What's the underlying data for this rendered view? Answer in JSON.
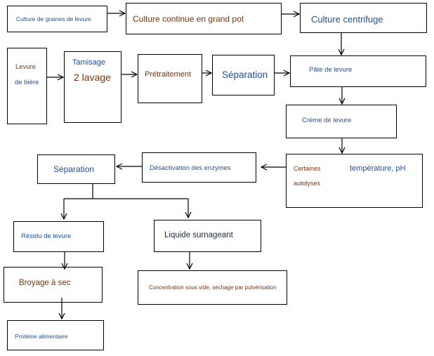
{
  "colors": {
    "blue": "#1f4e9a",
    "brown": "#7a3310",
    "dark": "#1c2a44",
    "line": "#000000"
  },
  "boxes": {
    "seed_culture": "Culture de graines de levure",
    "continuous_culture": "Culture continue en grand pot",
    "centrifuge_culture": "Culture centrifuge",
    "brewers_yeast_line1": "Levure",
    "brewers_yeast_line2": "de bière",
    "sieving_line1": "Tamisage",
    "sieving_line2": "2 lavage",
    "pretreatment": "Prétraitement",
    "separation_1": "Séparation",
    "yeast_paste": "Pâte de levure",
    "yeast_cream": "Crème de levure",
    "autolysis_line1": "Certaines",
    "autolysis_line2": "autolyses",
    "autolysis_conditions": "température, pH",
    "enzyme_deactivation": "Désactivation des enzymes",
    "separation_2": "Séparation",
    "yeast_residue": "Résidu de levure",
    "supernatant": "Liquide surnageant",
    "dry_grinding": "Broyage à sec",
    "concentration": "Concentration sous vide, séchage par pulvérisation",
    "food_protein": "Protéine alimentaire"
  }
}
